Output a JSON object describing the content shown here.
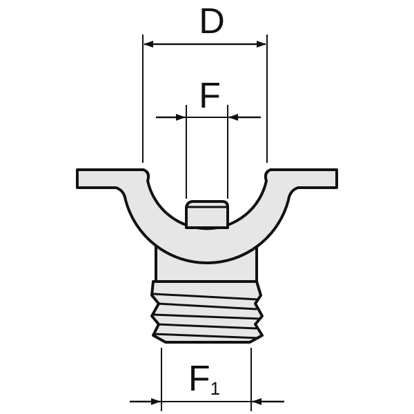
{
  "labels": {
    "D": "D",
    "F": "F",
    "F1_main": "F",
    "F1_sub": "1"
  },
  "colors": {
    "fill": "#e6e6e6",
    "stroke": "#111111",
    "background": "#ffffff"
  }
}
